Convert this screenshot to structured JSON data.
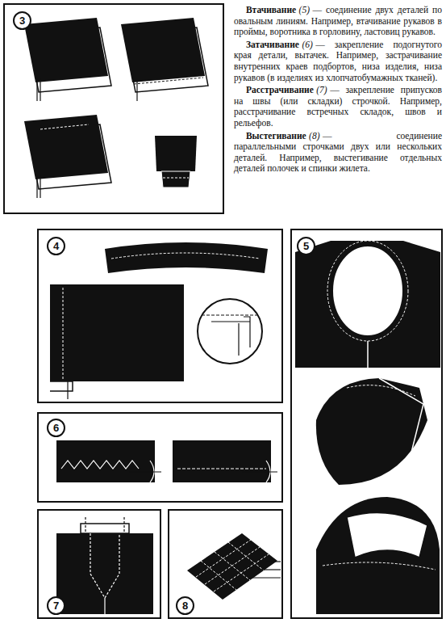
{
  "diagram": {
    "nodes": [
      {
        "text": [
          "3"
        ]
      },
      {
        "text": [
          "4"
        ]
      },
      {
        "text": [
          "5"
        ]
      },
      {
        "text": [
          "6"
        ]
      },
      {
        "text": [
          "7"
        ]
      },
      {
        "text": [
          "8"
        ]
      }
    ],
    "labels": [
      "Втачивание",
      "(5)",
      "— соединение двух деталей по овальным линиям. Например, втачивание рукавов в проймы, воротника в горловину, ластовиц рукавов.",
      "Затачивание",
      "(6)",
      "— закрепление подогнутого края детали, вытачек. Например, застрачивание внутренних краев подбортов, низа изделия, низа рукавов (в изделиях из хлопчатобумажных тканей).",
      "Расстрачивание",
      "(7)",
      "— закрепление припусков на швы (или складки) строчкой. Например, расстрачивание встречных складок, швов и рельефов.",
      "Выстегивание",
      "(8)",
      "— соединение параллельными строчками двух или нескольких деталей. Например, выстегивание отдельных деталей полочек и спинки жилета."
    ]
  }
}
